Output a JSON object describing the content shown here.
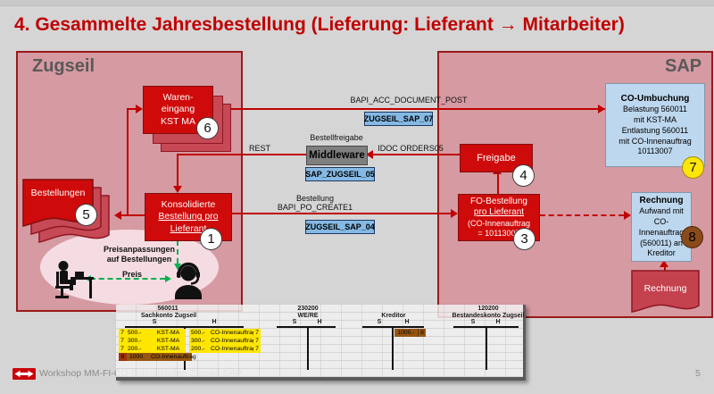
{
  "title": "4. Gesammelte Jahresbestellung (Lieferung: Lieferant → Mitarbeiter)",
  "colors": {
    "accent_red": "#c00000",
    "box_pink": "#d69aa2",
    "process_red": "#cf0a0a",
    "light_blue": "#bdd7ee",
    "interface_blue": "#85b9e4",
    "middleware_gray": "#7f7f7f",
    "highlight_yellow": "#ffe600",
    "highlight_brown": "#96560f",
    "green_arrow": "#00b050"
  },
  "zugseil": {
    "label": "Zugseil",
    "wareneingang": {
      "line1": "Waren-",
      "line2": "eingang",
      "line3": "KST MA",
      "badge": "6"
    },
    "bestellungen": {
      "label": "Bestellungen",
      "badge": "5"
    },
    "konsolidierte": {
      "line1": "Konsolidierte",
      "line2": "Bestellung pro",
      "line3": "Lieferant",
      "badge": "1"
    },
    "preisanpassungen_line1": "Preisanpassungen",
    "preisanpassungen_line2": "auf Bestellungen",
    "preis": "Preis"
  },
  "interface": {
    "bapi_acc_label": "BAPI_ACC_DOCUMENT_POST",
    "zugseil_sap_07": "ZUGSEIL_SAP_07",
    "bestellfreigabe_label": "Bestellfreigabe",
    "middleware": "Middleware",
    "rest_label": "REST",
    "idoc_label": "IDOC ORDERS05",
    "sap_zugseil_05": "SAP_ZUGSEIL_05",
    "bestellung_label": "Bestellung",
    "bapi_po_label": "BAPI_PO_CREATE1",
    "zugseil_sap_04": "ZUGSEIL_SAP_04"
  },
  "sap": {
    "label": "SAP",
    "co_umbuchung": {
      "title": "CO-Umbuchung",
      "line1": "Belastung 560011",
      "line2": "mit KST-MA",
      "line3": "Entlastung 560011",
      "line4": "mit CO-Innenauftrag",
      "line5": "10113007",
      "badge": "7"
    },
    "freigabe": {
      "label": "Freigabe",
      "badge": "4"
    },
    "fo_bestellung": {
      "line1": "FO-Bestellung",
      "line2": "pro Lieferant",
      "line3": "(CO-Innenauftrag",
      "line4": "= 10113007",
      "badge": "3"
    },
    "rechnung_info": {
      "title": "Rechnung",
      "line1": "Aufwand mit",
      "line2": "CO-",
      "line3": "Innenauftrag",
      "line4": "(560011) an",
      "line5": "Kreditor",
      "badge": "8"
    },
    "rechnung_doc": "Rechnung"
  },
  "taccounts": {
    "t1": {
      "number": "560011",
      "name": "Sachkonto Zugseil",
      "s": "S",
      "h": "H",
      "rows": [
        {
          "rl": "7",
          "al": "500.-",
          "nl": "KST-MA",
          "ar": "500.-",
          "nr": "CO-Innenauftrag",
          "rr": "7"
        },
        {
          "rl": "7",
          "al": "300.-",
          "nl": "KST-MA",
          "ar": "300.-",
          "nr": "CO-Innenauftrag",
          "rr": "7"
        },
        {
          "rl": "7",
          "al": "200.-",
          "nl": "KST-MA",
          "ar": "200.-",
          "nr": "CO-Innenauftrag",
          "rr": "7"
        }
      ],
      "sumrow": {
        "r": "8",
        "a": "1000",
        "n": "CO-Innenauftrag"
      }
    },
    "t2": {
      "number": "230200",
      "name": "WE/RE",
      "s": "S",
      "h": "H"
    },
    "t3": {
      "name": "Kreditor",
      "s": "S",
      "h": "H",
      "row": {
        "a": "1000.-",
        "r": "8"
      }
    },
    "t4": {
      "number": "120200",
      "name": "Bestandeskonto Zugseil",
      "s": "S",
      "h": "H"
    }
  },
  "footer": {
    "workshop": "Workshop MM-FI-CO-Schnittstellen Zugseil-SAP",
    "page": "5"
  }
}
